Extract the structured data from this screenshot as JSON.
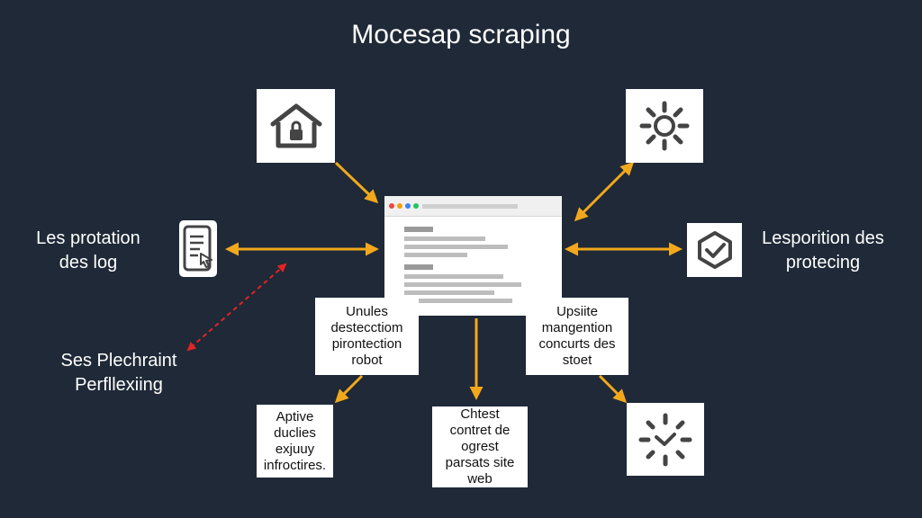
{
  "title": "Mocesap scraping",
  "labels": {
    "left": [
      "Les protation",
      "des log"
    ],
    "right": [
      "Lesporition des",
      "protecing"
    ],
    "bottom_left": [
      "Ses Plechraint",
      "Perfllexiing"
    ]
  },
  "notes": {
    "mid_left": [
      "Unules",
      "destecctiom",
      "pirontection",
      "robot"
    ],
    "mid_right": [
      "Upsiite",
      "mangention",
      "concurts des",
      "stoet"
    ],
    "bottom_left": [
      "Aptive",
      "duclies",
      "exjuuy",
      "infroctires."
    ],
    "bottom_center": [
      "Chtest",
      "contret de",
      "ogrest",
      "parsats site",
      "web"
    ]
  },
  "icons": {
    "top_left": "house-lock-icon",
    "top_right": "sun-gear-icon",
    "left": "tablet-cursor-icon",
    "right": "shield-check-icon",
    "bottom_right": "timer-icon"
  },
  "colors": {
    "background": "#1f2937",
    "arrow": "#f2a81d",
    "dashed_arrow": "#e02424",
    "box": "#ffffff",
    "icon": "#444444"
  }
}
